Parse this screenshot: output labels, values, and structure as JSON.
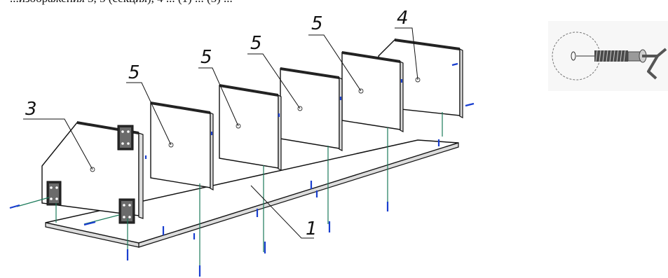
{
  "caption": "...изображения 3, 5 (секция), 4 ... (1) ... (5) ...",
  "labels": {
    "bottom": "1",
    "left_side": "3",
    "right_side": "4",
    "partition": "5"
  }
}
